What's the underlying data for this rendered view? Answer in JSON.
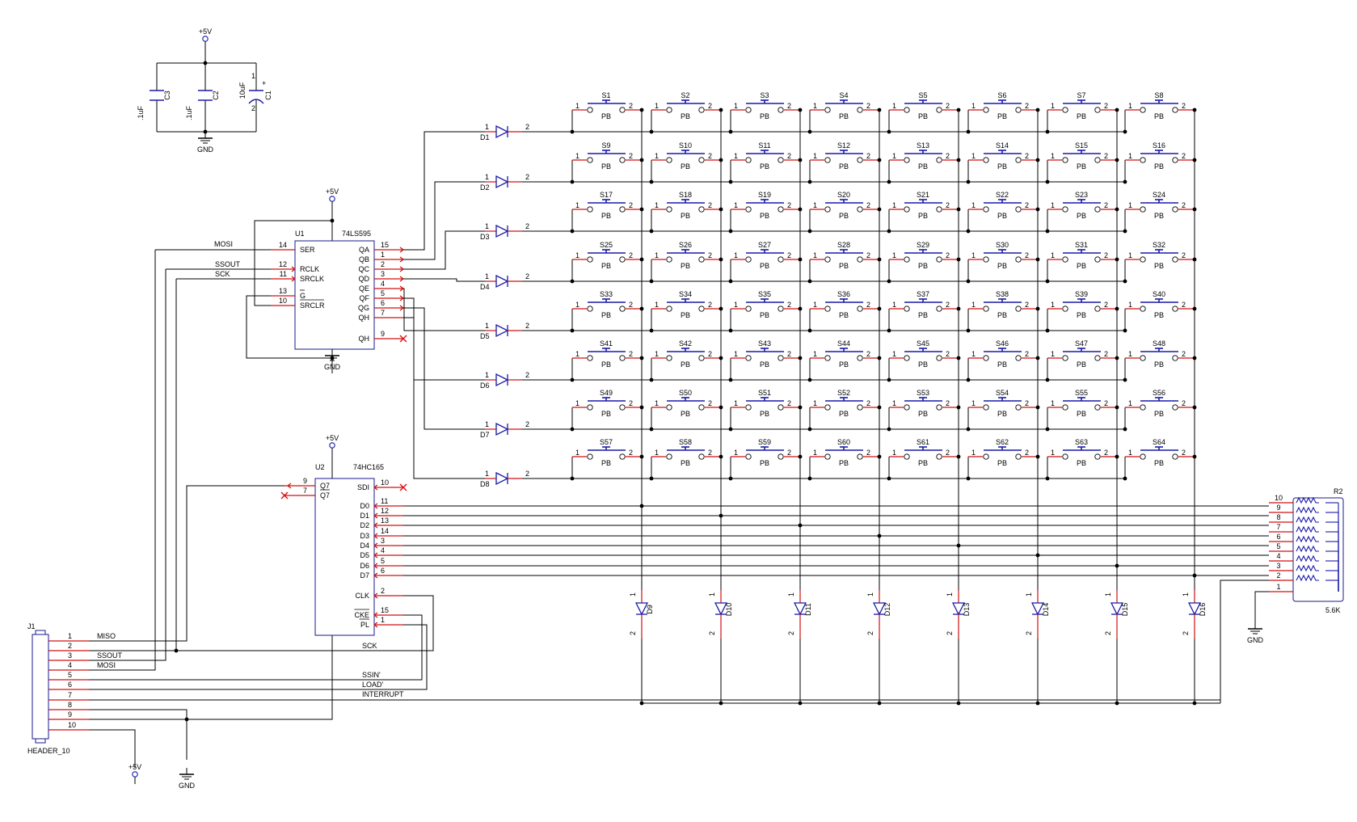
{
  "power": {
    "vcc": "+5V",
    "gnd": "GND"
  },
  "caps": [
    {
      "ref": "C3",
      "value": ".1uF"
    },
    {
      "ref": "C2",
      "value": ".1uF"
    },
    {
      "ref": "C1",
      "value": "10uF",
      "plus": "+",
      "pin1": "1",
      "pin2": "2"
    }
  ],
  "u1": {
    "ref": "U1",
    "part": "74LS595",
    "left_pins": [
      {
        "num": "14",
        "name": "SER"
      },
      {
        "num": "12",
        "name": "RCLK"
      },
      {
        "num": "11",
        "name": "SRCLK"
      },
      {
        "num": "13",
        "name": "G"
      },
      {
        "num": "10",
        "name": "SRCLR"
      }
    ],
    "right_pins": [
      {
        "num": "15",
        "name": "QA"
      },
      {
        "num": "1",
        "name": "QB"
      },
      {
        "num": "2",
        "name": "QC"
      },
      {
        "num": "3",
        "name": "QD"
      },
      {
        "num": "4",
        "name": "QE"
      },
      {
        "num": "5",
        "name": "QF"
      },
      {
        "num": "6",
        "name": "QG"
      },
      {
        "num": "7",
        "name": "QH"
      },
      {
        "num": "9",
        "name": "QH"
      }
    ]
  },
  "u2": {
    "ref": "U2",
    "part": "74HC165",
    "left_pins": [
      {
        "num": "9",
        "name": "Q7"
      },
      {
        "num": "7",
        "name": "Q7"
      }
    ],
    "right_pins": [
      {
        "num": "10",
        "name": "SDI"
      },
      {
        "num": "11",
        "name": "D0"
      },
      {
        "num": "12",
        "name": "D1"
      },
      {
        "num": "13",
        "name": "D2"
      },
      {
        "num": "14",
        "name": "D3"
      },
      {
        "num": "3",
        "name": "D4"
      },
      {
        "num": "4",
        "name": "D5"
      },
      {
        "num": "5",
        "name": "D6"
      },
      {
        "num": "6",
        "name": "D7"
      },
      {
        "num": "2",
        "name": "CLK"
      },
      {
        "num": "15",
        "name": "CKE"
      },
      {
        "num": "1",
        "name": "PL"
      }
    ]
  },
  "nets": {
    "mosi": "MOSI",
    "ssout": "SSOUT",
    "sck": "SCK",
    "miso": "MISO",
    "ssin": "SSIN'",
    "load": "LOAD'",
    "interrupt": "INTERRUPT"
  },
  "row_diodes": [
    "D1",
    "D2",
    "D3",
    "D4",
    "D5",
    "D6",
    "D7",
    "D8"
  ],
  "col_diodes": [
    "D9",
    "D10",
    "D11",
    "D12",
    "D13",
    "D14",
    "D15",
    "D16"
  ],
  "diode_pins": {
    "a": "1",
    "k": "2"
  },
  "switches": [
    "S1",
    "S2",
    "S3",
    "S4",
    "S5",
    "S6",
    "S7",
    "S8",
    "S9",
    "S10",
    "S11",
    "S12",
    "S13",
    "S14",
    "S15",
    "S16",
    "S17",
    "S18",
    "S19",
    "S20",
    "S21",
    "S22",
    "S23",
    "S24",
    "S25",
    "S26",
    "S27",
    "S28",
    "S29",
    "S30",
    "S31",
    "S32",
    "S33",
    "S34",
    "S35",
    "S36",
    "S37",
    "S38",
    "S39",
    "S40",
    "S41",
    "S42",
    "S43",
    "S44",
    "S45",
    "S46",
    "S47",
    "S48",
    "S49",
    "S50",
    "S51",
    "S52",
    "S53",
    "S54",
    "S55",
    "S56",
    "S57",
    "S58",
    "S59",
    "S60",
    "S61",
    "S62",
    "S63",
    "S64"
  ],
  "switch_type": "PB",
  "switch_pins": {
    "a": "1",
    "b": "2"
  },
  "resistor": {
    "ref": "R2",
    "value": "5.6K",
    "pins": [
      "10",
      "9",
      "8",
      "7",
      "6",
      "5",
      "4",
      "3",
      "2",
      "1"
    ]
  },
  "header": {
    "ref": "J1",
    "part": "HEADER_10",
    "pins": [
      "1",
      "2",
      "3",
      "4",
      "5",
      "6",
      "7",
      "8",
      "9",
      "10"
    ]
  }
}
